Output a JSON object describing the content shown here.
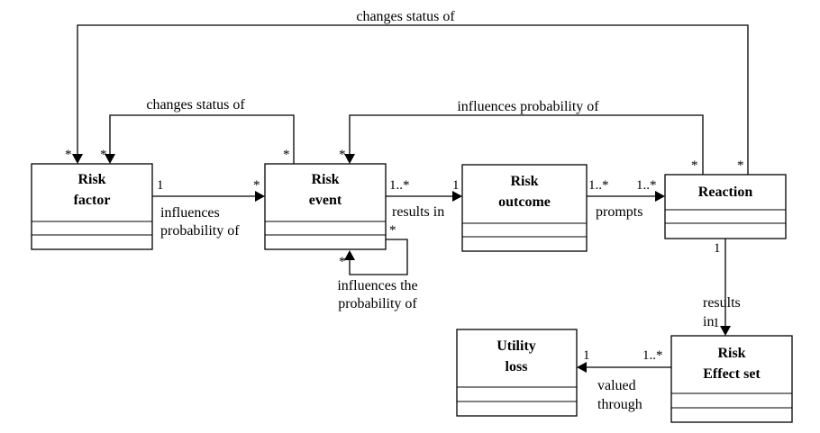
{
  "classes": {
    "risk_factor": {
      "line1": "Risk",
      "line2": "factor"
    },
    "risk_event": {
      "line1": "Risk",
      "line2": "event"
    },
    "risk_outcome": {
      "line1": "Risk",
      "line2": "outcome"
    },
    "reaction": {
      "line1": "Reaction"
    },
    "utility_loss": {
      "line1": "Utility",
      "line2": "loss"
    },
    "risk_effect_set": {
      "line1": "Risk",
      "line2": "Effect set"
    }
  },
  "associations": {
    "reaction_changes_factor": "changes status of",
    "event_changes_factor": "changes status of",
    "reaction_influences_event": "influences probability of",
    "factor_influences_event": {
      "line1": "influences",
      "line2": "probability of"
    },
    "event_results_outcome": "results in",
    "outcome_prompts_reaction": "prompts",
    "event_self": {
      "line1": "influences the",
      "line2": "probability of"
    },
    "reaction_results_effect": {
      "line1": "results",
      "line2": "in"
    },
    "effect_valued_utility": {
      "line1": "valued",
      "line2": "through"
    }
  },
  "multiplicities": {
    "factor_top_a": "*",
    "factor_top_b": "*",
    "factor_right": "1",
    "event_top_right": "*",
    "event_top_left": "*",
    "event_left": "*",
    "event_right": "1..*",
    "event_self_out": "*",
    "event_self_in": "*",
    "outcome_left": "1",
    "outcome_right": "1..*",
    "reaction_left": "1..*",
    "reaction_top_a": "*",
    "reaction_top_b": "*",
    "reaction_bottom": "1",
    "effect_top": "1",
    "effect_left": "1..*",
    "utility_right": "1"
  }
}
